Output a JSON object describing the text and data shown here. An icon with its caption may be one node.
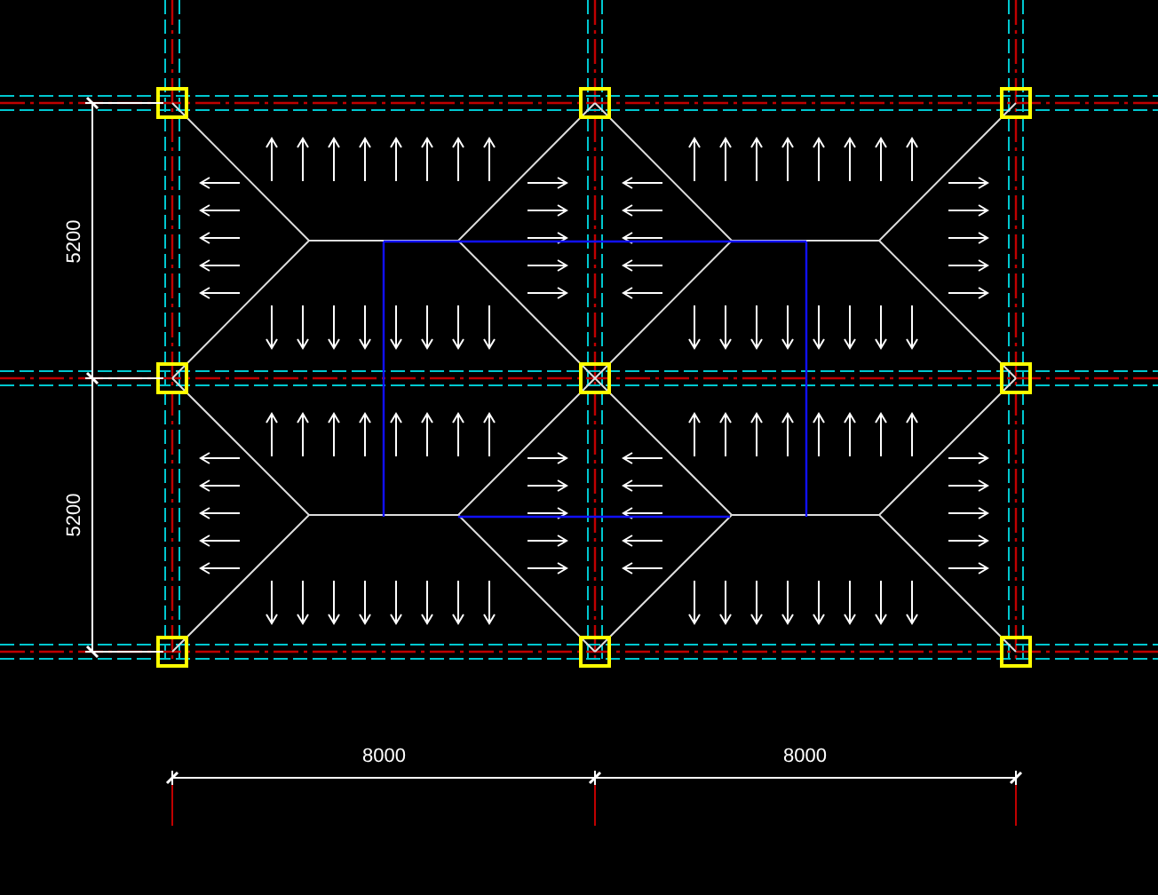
{
  "diagram": {
    "labels": [
      "5200",
      "5200",
      "8000",
      "8000"
    ]
  }
}
